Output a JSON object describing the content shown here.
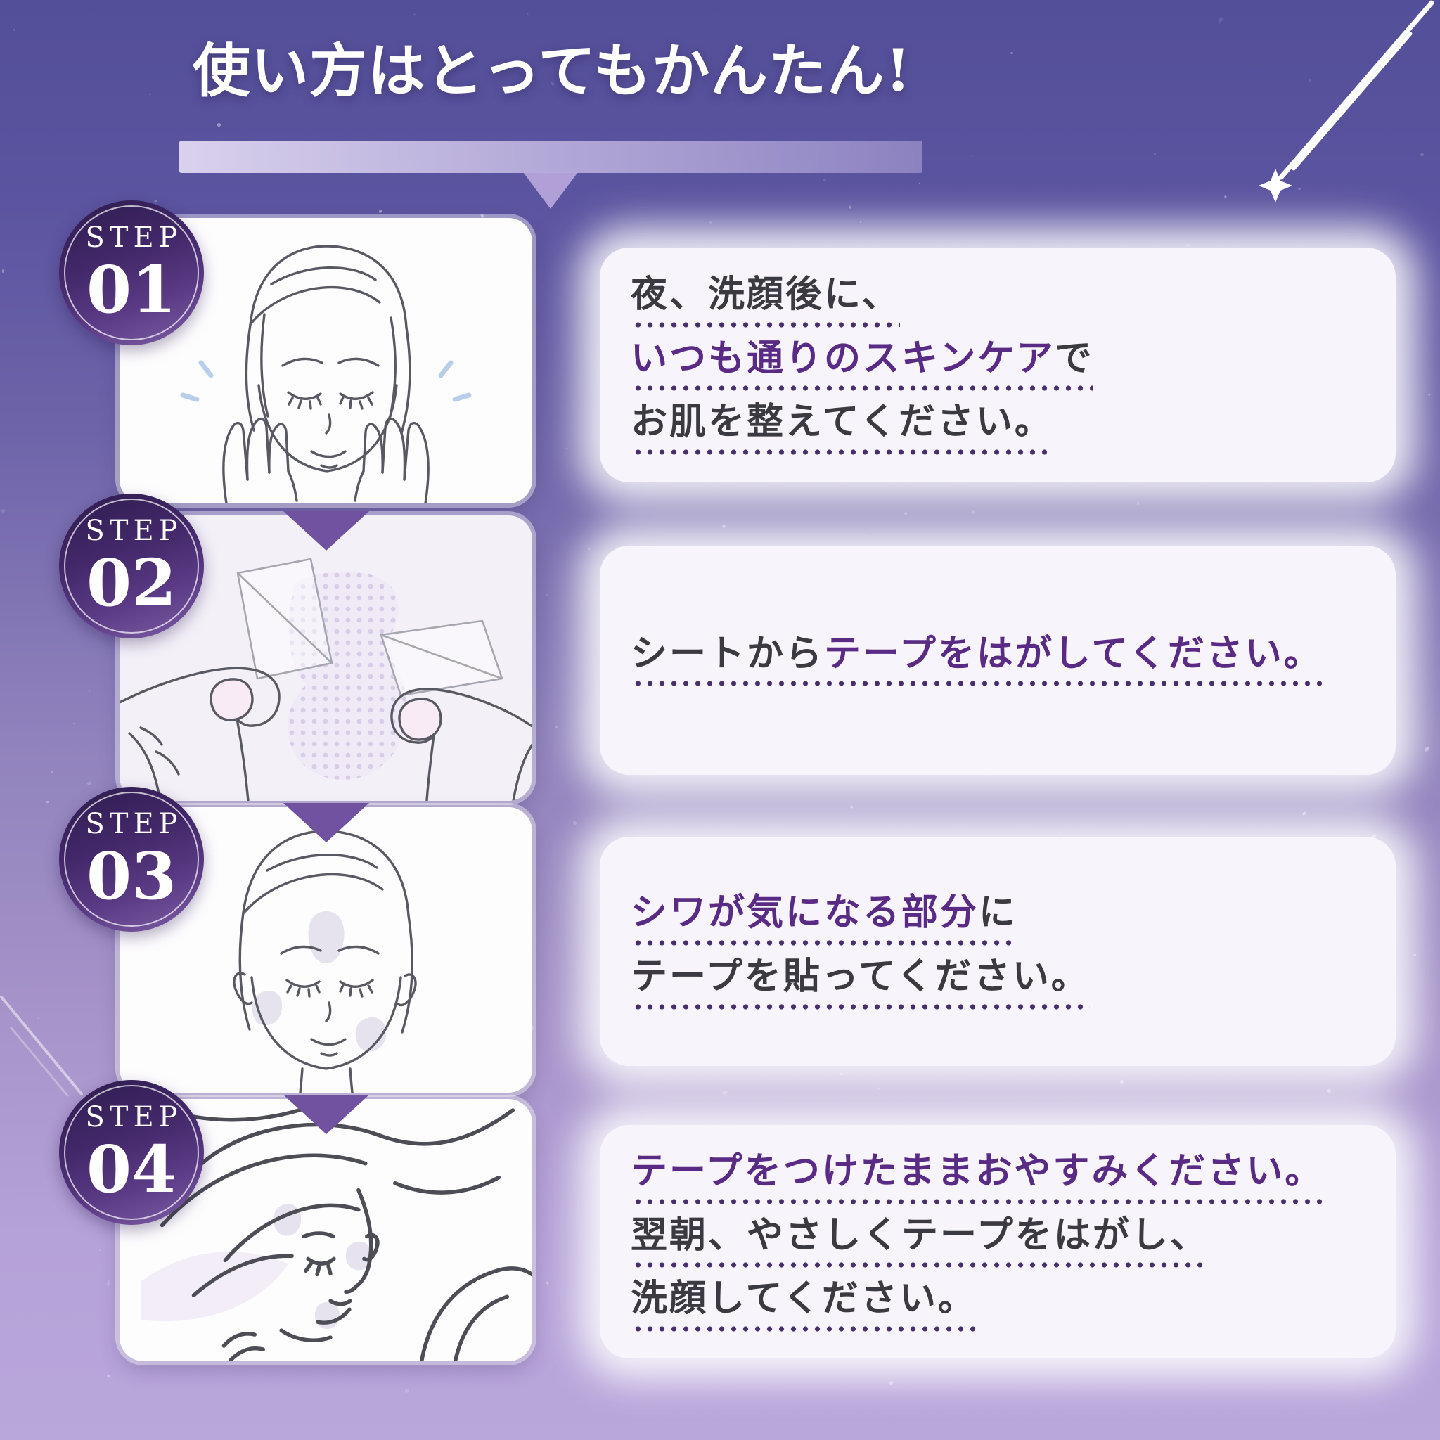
{
  "title": {
    "text": "使い方はとってもかんたん!"
  },
  "steps": [
    {
      "badge": {
        "label": "STEP",
        "number": "01"
      },
      "illustration": "face-skincare",
      "lines": [
        {
          "segments": [
            {
              "t": "夜、洗顔後に、",
              "hl": false
            }
          ]
        },
        {
          "segments": [
            {
              "t": "いつも通りのスキンケア",
              "hl": true
            },
            {
              "t": "で",
              "hl": false
            }
          ]
        },
        {
          "segments": [
            {
              "t": "お肌を整えてください。",
              "hl": false
            }
          ]
        }
      ]
    },
    {
      "badge": {
        "label": "STEP",
        "number": "02"
      },
      "illustration": "peel-tape-from-sheet",
      "lines": [
        {
          "segments": [
            {
              "t": "シートから",
              "hl": false
            },
            {
              "t": "テープをはがしてください。",
              "hl": true
            }
          ]
        }
      ]
    },
    {
      "badge": {
        "label": "STEP",
        "number": "03"
      },
      "illustration": "apply-tape-to-face",
      "lines": [
        {
          "segments": [
            {
              "t": "シワが気になる部分",
              "hl": true
            },
            {
              "t": "に",
              "hl": false
            }
          ]
        },
        {
          "segments": [
            {
              "t": "テープを貼ってください。",
              "hl": false
            }
          ]
        }
      ]
    },
    {
      "badge": {
        "label": "STEP",
        "number": "04"
      },
      "illustration": "sleep-with-tape",
      "lines": [
        {
          "segments": [
            {
              "t": "テープをつけたままおやすみください。",
              "hl": true
            }
          ]
        },
        {
          "segments": [
            {
              "t": "翌朝、やさしくテープをはがし、",
              "hl": false
            }
          ]
        },
        {
          "segments": [
            {
              "t": "洗顔してください。",
              "hl": false
            }
          ]
        }
      ]
    }
  ],
  "colors": {
    "background_top": "#544f99",
    "background_mid": "#9183bd",
    "background_bottom": "#b5a2d8",
    "title_text": "#ffffff",
    "underline_bar": "#cdc2e8",
    "highlight_text": "#5a2b84",
    "body_text": "#3b3a42",
    "dotted_underline": "#473069",
    "chevron": "#7152a1",
    "badge_dark": "#2e1c4e",
    "badge_light": "#7e5da6"
  }
}
